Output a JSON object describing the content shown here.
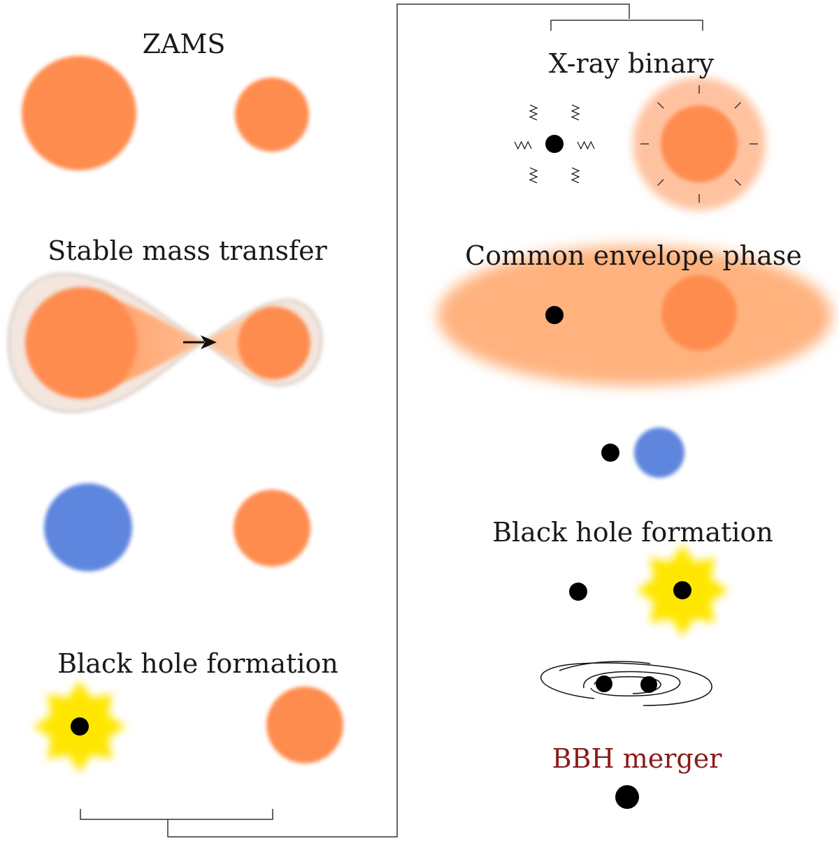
{
  "labels": {
    "zams": "ZAMS",
    "stable_mass_transfer": "Stable mass transfer",
    "black_hole_formation_1": "Black hole formation",
    "xray_binary": "X-ray binary",
    "common_envelope": "Common envelope phase",
    "black_hole_formation_2": "Black hole formation",
    "bbh_merger": "BBH merger"
  },
  "colors": {
    "star_orange": "#ff8c50",
    "envelope_orange": "#ffb27e",
    "helium_star_blue": "#5f86de",
    "supernova_yellow": "#ffe600",
    "black_hole": "#000000",
    "connector_line": "#333333",
    "bbh_label": "#8b1a1a"
  }
}
